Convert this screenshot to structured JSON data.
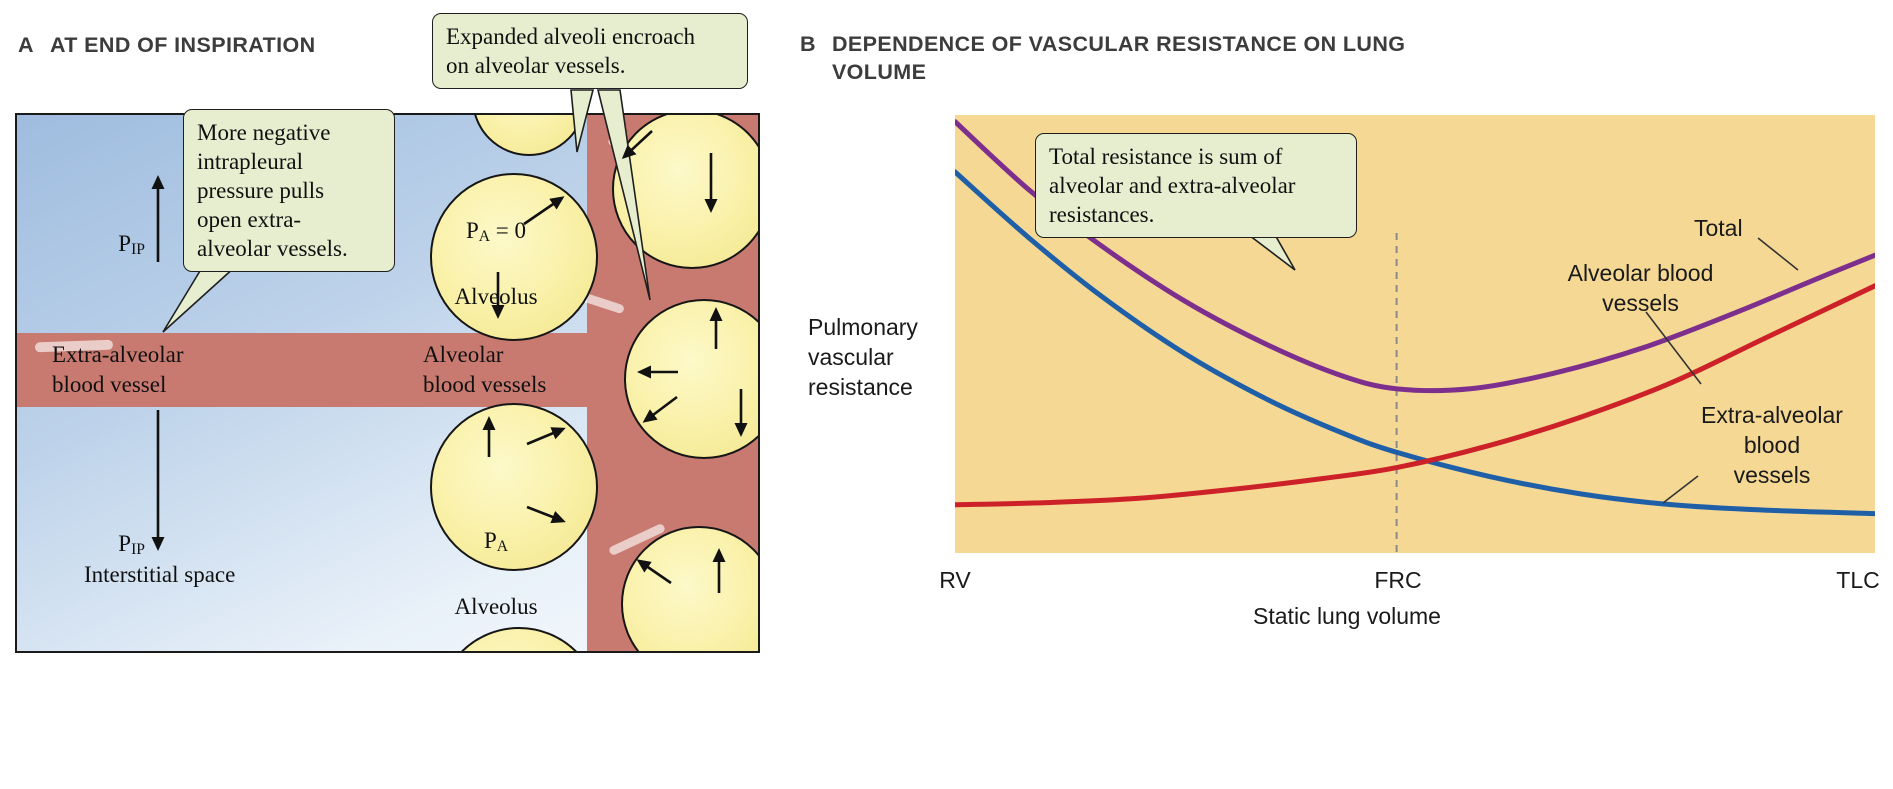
{
  "colors": {
    "callout_bg": "#e6eecf",
    "chart_bg": "#f5d894",
    "vessel_red": "#c87a70",
    "alveolus_yellow": "#f8efa2",
    "interstitial_blue": "#a7c2e2",
    "total_curve": "#7d2f8d",
    "alveolar_curve": "#cc2128",
    "extra_alveolar_curve": "#1f5fa8"
  },
  "panelA": {
    "letter": "A",
    "title": "AT END OF INSPIRATION",
    "callout_pressure_lines": [
      "More negative",
      "intrapleural",
      "pressure pulls",
      "open extra-",
      "alveolar vessels."
    ],
    "callout_expanded_lines": [
      "Expanded alveoli encroach",
      "on alveolar vessels."
    ],
    "pip": {
      "p": "P",
      "sub": "IP"
    },
    "pa": {
      "p": "P",
      "sub": "A"
    },
    "alveolus_top": {
      "pressure_suffix": " = 0",
      "name": "Alveolus"
    },
    "alveolus_bottom": {
      "pressure_suffix": "",
      "name": "Alveolus"
    },
    "label_extra_lines": [
      "Extra-alveolar",
      "blood vessel"
    ],
    "label_alveolar_lines": [
      "Alveolar",
      "blood vessels"
    ],
    "label_interstitial": "Interstitial space"
  },
  "panelB": {
    "letter": "B",
    "title_lines": [
      "DEPENDENCE OF VASCULAR RESISTANCE ON LUNG",
      "VOLUME"
    ],
    "callout_total_lines": [
      "Total resistance is sum of",
      "alveolar and extra-alveolar",
      "resistances."
    ],
    "ylabel_lines": [
      "Pulmonary",
      "vascular",
      "resistance"
    ],
    "xlabel": "Static lung volume",
    "label_total": "Total",
    "label_alveolar_lines": [
      "Alveolar blood",
      "vessels"
    ],
    "label_extra_lines": [
      "Extra-alveolar",
      "blood",
      "vessels"
    ]
  },
  "chart_data": {
    "type": "line",
    "title": "DEPENDENCE OF VASCULAR RESISTANCE ON LUNG VOLUME",
    "xlabel": "Static lung volume",
    "ylabel": "Pulmonary vascular resistance",
    "x_ticks": [
      "RV",
      "FRC",
      "TLC"
    ],
    "x_tick_positions": [
      0,
      0.48,
      1
    ],
    "frc_line_x": 0.48,
    "annotation": "Total resistance is sum of alveolar and extra-alveolar resistances.",
    "legend_position": "inline-labels",
    "grid": false,
    "series": [
      {
        "name": "Extra-alveolar blood vessels",
        "color": "#1f5fa8",
        "points": [
          [
            0,
            0.87
          ],
          [
            0.08,
            0.72
          ],
          [
            0.16,
            0.585
          ],
          [
            0.25,
            0.455
          ],
          [
            0.34,
            0.35
          ],
          [
            0.42,
            0.275
          ],
          [
            0.48,
            0.23
          ],
          [
            0.58,
            0.175
          ],
          [
            0.68,
            0.135
          ],
          [
            0.78,
            0.11
          ],
          [
            0.88,
            0.098
          ],
          [
            1,
            0.09
          ]
        ]
      },
      {
        "name": "Alveolar blood vessels",
        "color": "#cc2128",
        "points": [
          [
            0,
            0.11
          ],
          [
            0.1,
            0.115
          ],
          [
            0.2,
            0.125
          ],
          [
            0.3,
            0.145
          ],
          [
            0.4,
            0.17
          ],
          [
            0.48,
            0.195
          ],
          [
            0.58,
            0.245
          ],
          [
            0.68,
            0.31
          ],
          [
            0.78,
            0.39
          ],
          [
            0.88,
            0.49
          ],
          [
            1,
            0.61
          ]
        ]
      },
      {
        "name": "Total",
        "color": "#7d2f8d",
        "points": [
          [
            0,
            0.985
          ],
          [
            0.08,
            0.83
          ],
          [
            0.16,
            0.7
          ],
          [
            0.25,
            0.575
          ],
          [
            0.34,
            0.475
          ],
          [
            0.42,
            0.405
          ],
          [
            0.48,
            0.375
          ],
          [
            0.56,
            0.375
          ],
          [
            0.65,
            0.41
          ],
          [
            0.75,
            0.47
          ],
          [
            0.85,
            0.55
          ],
          [
            0.93,
            0.62
          ],
          [
            1,
            0.68
          ]
        ]
      }
    ]
  }
}
